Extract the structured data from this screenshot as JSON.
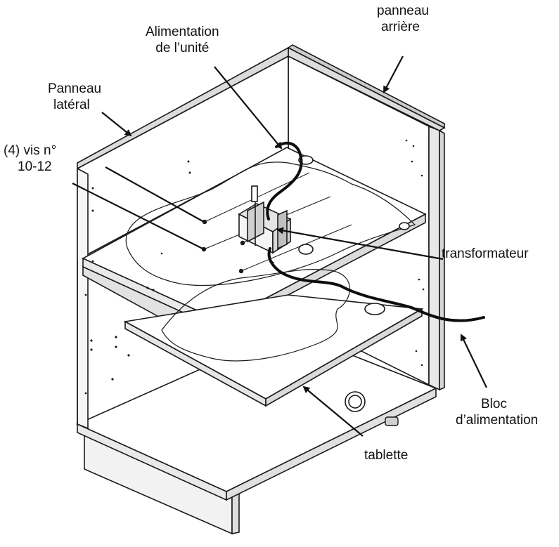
{
  "labels": {
    "panneau_arriere": [
      "panneau",
      "arrière"
    ],
    "alimentation_unite": [
      "Alimentation",
      "de l’unité"
    ],
    "panneau_lateral": [
      "Panneau",
      "latéral"
    ],
    "vis": [
      "(4) vis n°",
      "10-12"
    ],
    "transformateur": "transformateur",
    "bloc_alimentation": [
      "Bloc",
      "d’alimentation"
    ],
    "tablette": "tablette"
  },
  "colors": {
    "line": "#1a1a1a",
    "cable": "#0d0d0d",
    "panel_fill": "#ffffff",
    "edge_fill": "#e9e9e9"
  }
}
